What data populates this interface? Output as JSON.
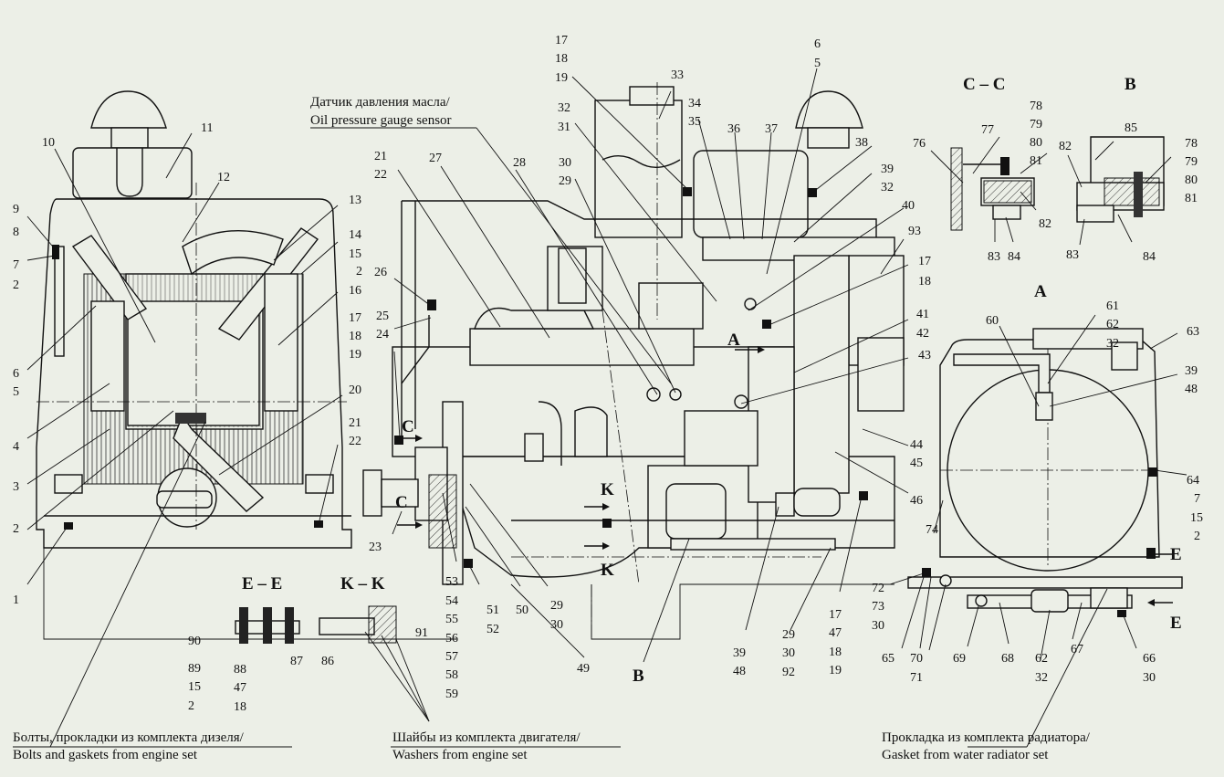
{
  "captions": {
    "oil_sensor_ru": "Датчик давления масла/",
    "oil_sensor_en": "Oil pressure gauge sensor",
    "bolts_ru": "Болты, прокладки из комплекта дизеля/",
    "bolts_en": "Bolts and gaskets from engine set",
    "washers_ru": "Шайбы из комплекта двигателя/",
    "washers_en": "Washers from engine set",
    "gasket_ru": "Прокладка из комплекта радиатора/",
    "gasket_en": "Gasket from water radiator set"
  },
  "views": {
    "cc": "C – C",
    "b": "B",
    "a": "A",
    "ee": "E – E",
    "kk": "K – K"
  },
  "markers": {
    "A": "A",
    "B": "B",
    "C": "C",
    "K": "K",
    "E": "E"
  },
  "callouts": {
    "c10": "10",
    "c11": "11",
    "c12": "12",
    "c13": "13",
    "c9": "9",
    "c8": "8",
    "c7": "7",
    "c2a": "2",
    "c14": "14",
    "c15": "15",
    "c2b": "2",
    "c16": "16",
    "c17a": "17",
    "c18a": "18",
    "c19a": "19",
    "c6": "6",
    "c5": "5",
    "c4": "4",
    "c3": "3",
    "c20": "20",
    "c21a": "21",
    "c22a": "22",
    "c2c": "2",
    "c1": "1",
    "c17b": "17",
    "c18b": "18",
    "c19b": "19",
    "c33": "33",
    "c34": "34",
    "c35": "35",
    "c32a": "32",
    "c31": "31",
    "c36": "36",
    "c37": "37",
    "c6b": "6",
    "c5b": "5",
    "c38": "38",
    "c39a": "39",
    "c32b": "32",
    "c40": "40",
    "c93": "93",
    "c17c": "17",
    "c18c": "18",
    "c41": "41",
    "c42": "42",
    "c43": "43",
    "c44": "44",
    "c45": "45",
    "c46": "46",
    "c21b": "21",
    "c22b": "22",
    "c27": "27",
    "c28": "28",
    "c30a": "30",
    "c29a": "29",
    "c26": "26",
    "c25": "25",
    "c24": "24",
    "c23": "23",
    "c53": "53",
    "c54": "54",
    "c55": "55",
    "c56": "56",
    "c57": "57",
    "c58": "58",
    "c59": "59",
    "c51": "51",
    "c52": "52",
    "c50": "50",
    "c29b": "29",
    "c30b": "30",
    "c49": "49",
    "c39b": "39",
    "c48a": "48",
    "c29c": "29",
    "c30c": "30",
    "c92": "92",
    "c17d": "17",
    "c47a": "47",
    "c18d": "18",
    "c19d": "19",
    "c90": "90",
    "c89": "89",
    "c15b": "15",
    "c2d": "2",
    "c88": "88",
    "c47b": "47",
    "c18e": "18",
    "c87": "87",
    "c86": "86",
    "c91": "91",
    "c77": "77",
    "c76": "76",
    "c78a": "78",
    "c79a": "79",
    "c80a": "80",
    "c81a": "81",
    "c82a": "82",
    "c83a": "83",
    "c84a": "84",
    "c85": "85",
    "c82b": "82",
    "c78b": "78",
    "c79b": "79",
    "c80b": "80",
    "c81b": "81",
    "c83b": "83",
    "c84b": "84",
    "c61": "61",
    "c62a": "62",
    "c32c": "32",
    "c60": "60",
    "c63": "63",
    "c39c": "39",
    "c48b": "48",
    "c64": "64",
    "c7b": "7",
    "c15c": "15",
    "c2e": "2",
    "c74": "74",
    "c72": "72",
    "c73": "73",
    "c30d": "30",
    "c65": "65",
    "c70": "70",
    "c71": "71",
    "c69": "69",
    "c68": "68",
    "c62b": "62",
    "c32d": "32",
    "c67": "67",
    "c66": "66",
    "c30e": "30"
  }
}
